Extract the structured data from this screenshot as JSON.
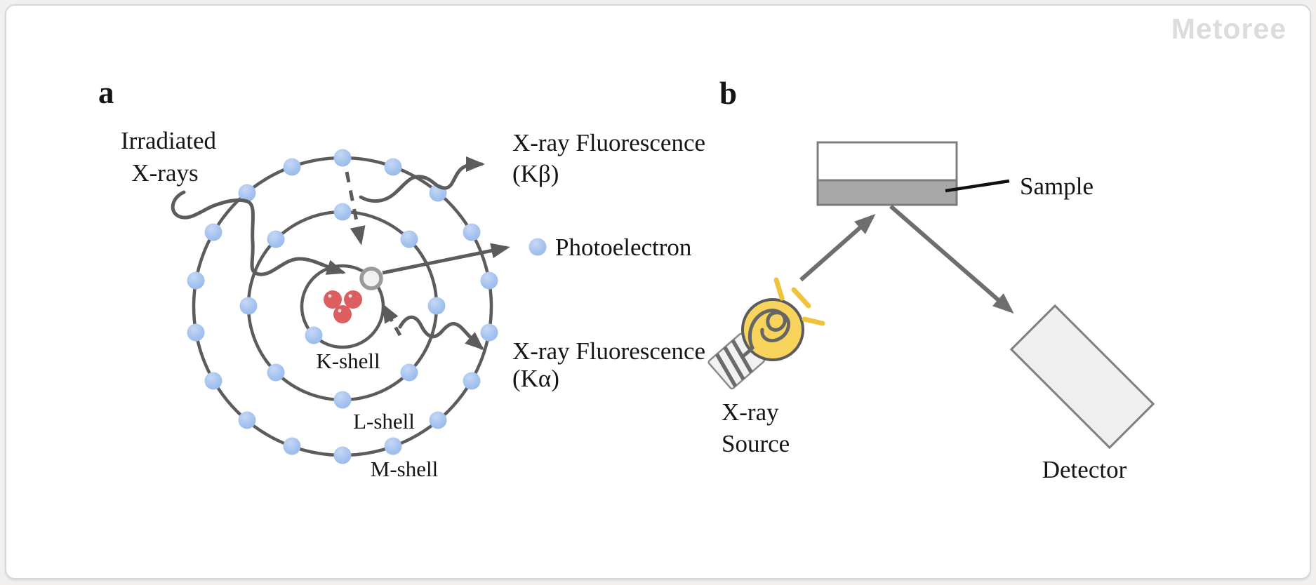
{
  "watermark": "Metoree",
  "panel_a": {
    "label": "a",
    "irradiated_line1": "Irradiated",
    "irradiated_line2": "X-rays",
    "k_shell": "K-shell",
    "l_shell": "L-shell",
    "m_shell": "M-shell",
    "fluorescence_kb_line1": "X-ray Fluorescence",
    "fluorescence_kb_line2": "(Kβ)",
    "photoelectron": "Photoelectron",
    "fluorescence_ka_line1": "X-ray Fluorescence",
    "fluorescence_ka_line2": "(Kα)"
  },
  "panel_b": {
    "label": "b",
    "sample": "Sample",
    "source_line1": "X-ray",
    "source_line2": "Source",
    "detector": "Detector"
  },
  "icons": {
    "bulb": "light-bulb-icon",
    "electron": "electron-dot",
    "nucleus": "nucleus-protons",
    "vacancy": "electron-vacancy"
  },
  "colors": {
    "line_gray": "#5c5c5c",
    "electron_blue": "#a5c3ef",
    "nucleus_red": "#dd5e5e",
    "bulb_yellow": "#f9d45c",
    "ray_yellow": "#efc33c",
    "sample_gray": "#a8a8a8",
    "detector_gray": "#efefef",
    "watermark_gray": "#dcdcdc"
  }
}
